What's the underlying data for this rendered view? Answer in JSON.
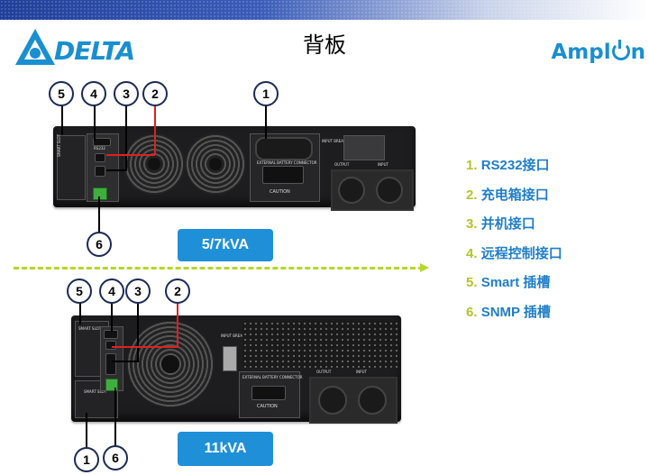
{
  "slide": {
    "title": "背板",
    "brand_left": "DELTA",
    "brand_right_pre": "Ampl",
    "brand_right_post": "n"
  },
  "top_unit": {
    "model_label": "5/7kVA",
    "callouts": [
      "5",
      "4",
      "3",
      "2",
      "1",
      "6"
    ],
    "panel_texts": {
      "smart_slot": "SMART SLOT",
      "rs232": "RS232",
      "ext_battery": "EXTERNAL BATTERY CONNECTOR",
      "caution": "CAUTION",
      "input_breaker": "INPUT BREAKER",
      "output": "OUTPUT",
      "input": "INPUT"
    }
  },
  "bottom_unit": {
    "model_label": "11kVA",
    "callouts": [
      "5",
      "4",
      "3",
      "2",
      "1",
      "6"
    ],
    "panel_texts": {
      "smart_slot": "SMART SLOT",
      "ext_battery": "EXTERNAL BATTERY CONNECTOR",
      "caution": "CAUTION",
      "input_breaker": "INPUT BREAKER",
      "output": "OUTPUT",
      "input": "INPUT"
    }
  },
  "legend": [
    {
      "num": "1.",
      "text": "RS232接口"
    },
    {
      "num": "2.",
      "text": "充电箱接口"
    },
    {
      "num": "3.",
      "text": "并机接口"
    },
    {
      "num": "4.",
      "text": "远程控制接口"
    },
    {
      "num": "5.",
      "text": "Smart 插槽"
    },
    {
      "num": "6.",
      "text": "SNMP 插槽"
    }
  ],
  "colors": {
    "accent_blue": "#1f90d8",
    "legend_number": "#b6c22c",
    "legend_text": "#1f7ec8",
    "divider_green": "#b6d62a",
    "callout_line_red": "#e02020"
  }
}
